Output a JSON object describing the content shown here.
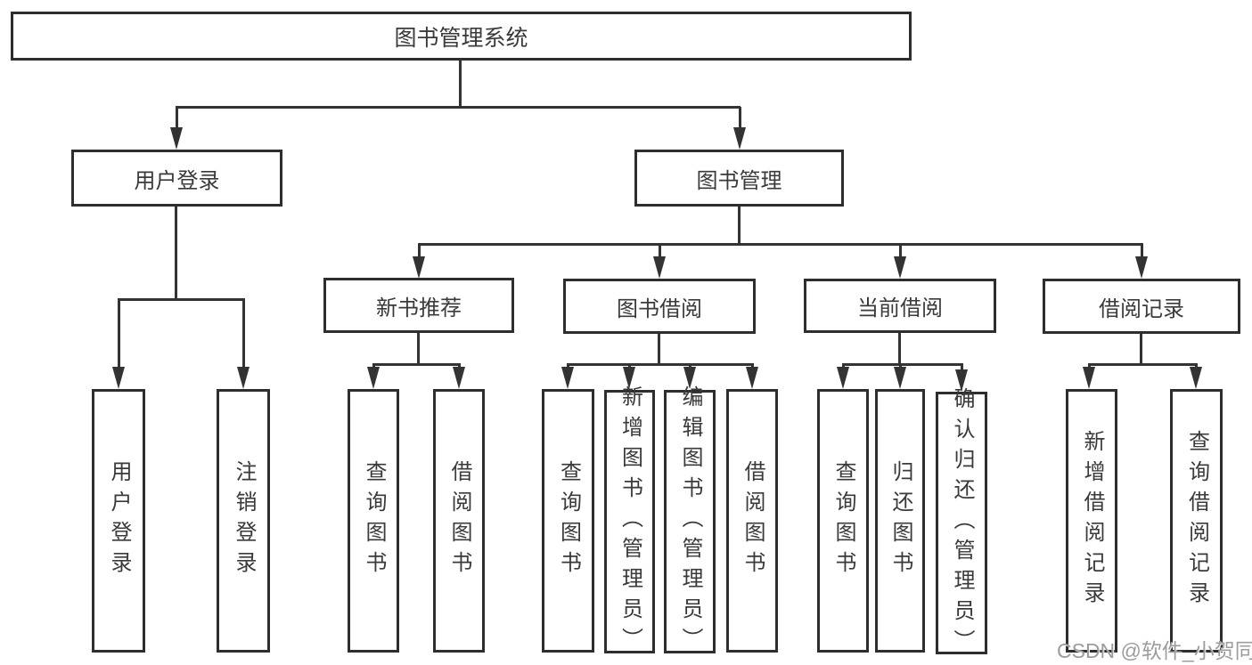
{
  "colors": {
    "line": "#333333",
    "border": "#2e2e2e",
    "text": "#3a3a3a",
    "watermark": "#9c9c9c",
    "background": "#ffffff"
  },
  "watermark": {
    "text": "CSDN @软件_小贺同学"
  },
  "tree": {
    "root": {
      "label": "图书管理系统"
    },
    "level2": [
      {
        "label": "用户登录",
        "children": [
          {
            "label": "用户登录"
          },
          {
            "label": "注销登录"
          }
        ]
      },
      {
        "label": "图书管理",
        "children": [
          {
            "label": "新书推荐",
            "children": [
              {
                "label": "查询图书"
              },
              {
                "label": "借阅图书"
              }
            ]
          },
          {
            "label": "图书借阅",
            "children": [
              {
                "label": "查询图书"
              },
              {
                "label": "新增图书（管理员）"
              },
              {
                "label": "编辑图书（管理员）"
              },
              {
                "label": "借阅图书"
              }
            ]
          },
          {
            "label": "当前借阅",
            "children": [
              {
                "label": "查询图书"
              },
              {
                "label": "归还图书"
              },
              {
                "label": "确认归还（管理员）"
              }
            ]
          },
          {
            "label": "借阅记录",
            "children": [
              {
                "label": "新增借阅记录"
              },
              {
                "label": "查询借阅记录"
              }
            ]
          }
        ]
      }
    ]
  }
}
